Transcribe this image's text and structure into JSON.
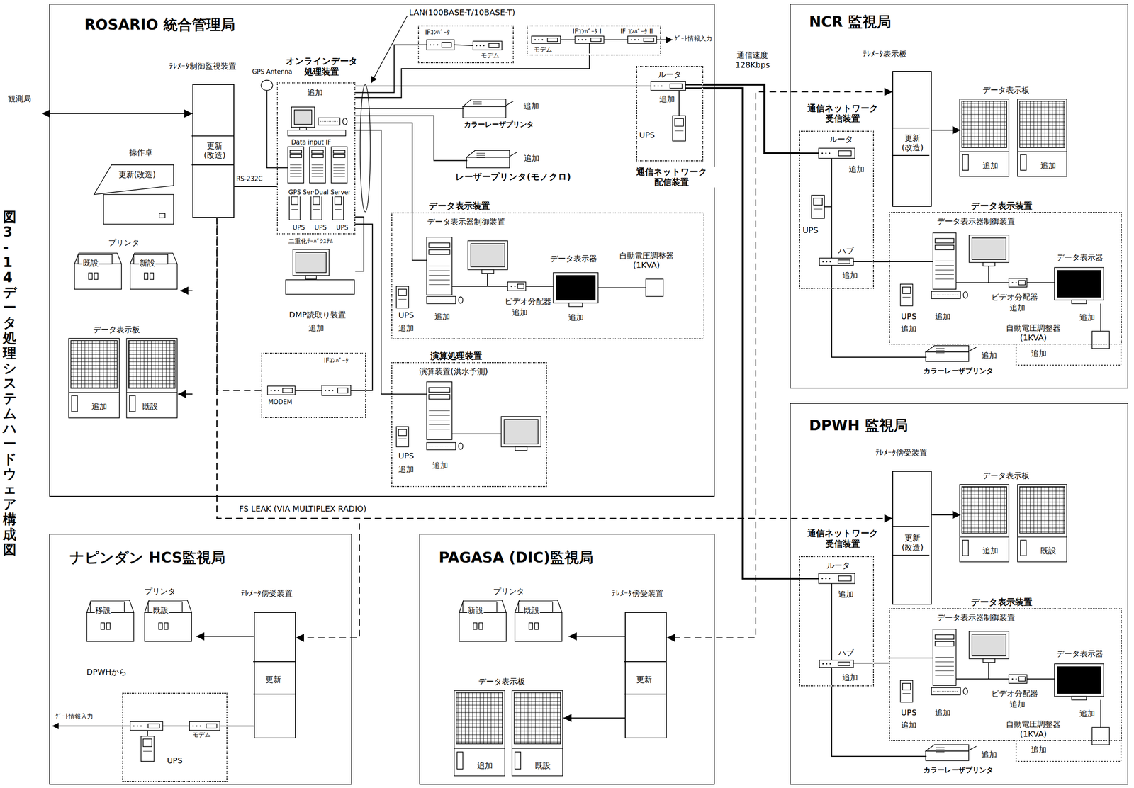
{
  "diagram": {
    "caption": "図 3-14 データ処理システムハードウェア構成図",
    "nodes": [
      {
        "text": [
          "観測局"
        ]
      },
      {
        "text": [
          "ROSARIO 統合管理局"
        ]
      },
      {
        "text": [
          "ﾃﾚﾒｰﾀ制御監視装置",
          "更新 (改造)"
        ],
        "in": 1
      },
      {
        "text": [
          "操作卓",
          "更新(改造)"
        ],
        "in": 1
      },
      {
        "text": [
          "プリンタ",
          "既設",
          "新設"
        ],
        "in": 1
      },
      {
        "text": [
          "データ表示板",
          "追加",
          "既設"
        ],
        "in": 1
      },
      {
        "text": [
          "オンラインデータ 処理装置",
          "追加",
          "Data input IF",
          "GPS Server",
          "Dual Server",
          "UPS",
          "UPS",
          "UPS",
          "二重化ｻｰﾊﾞｼｽﾃﾑ"
        ],
        "in": 1
      },
      {
        "text": [
          "DMP読取り装置",
          "追加"
        ],
        "in": 1
      },
      {
        "text": [
          "IFｺﾝﾊﾞｰﾀ",
          "MODEM"
        ],
        "in": 1
      },
      {
        "text": [
          "IFｺﾝﾊﾞｰﾀ",
          "モデム"
        ],
        "in": 1
      },
      {
        "text": [
          "IFｺﾝﾊﾞｰﾀ I",
          "IF ｺﾝﾊﾞｰﾀ II",
          "モデム"
        ],
        "in": 1
      },
      {
        "text": [
          "追加",
          "カラーレーザプリンタ"
        ],
        "in": 1
      },
      {
        "text": [
          "追加",
          "レーザープリンタ(モノクロ)"
        ],
        "in": 1
      },
      {
        "text": [
          "ルータ",
          "追加",
          "UPS",
          "通信ネットワーク 配信装置"
        ],
        "in": 1
      },
      {
        "text": [
          "データ表示装置",
          "データ表示器制御装置",
          "UPS",
          "追加",
          "追加",
          "ビデオ分配器",
          "追加",
          "データ表示器",
          "追加",
          "自動電圧調整器 (1KVA)"
        ],
        "in": 1
      },
      {
        "text": [
          "演算処理装置",
          "演算装置(洪水予測)",
          "UPS",
          "追加",
          "追加"
        ],
        "in": 1
      },
      {
        "text": [
          "NCR 監視局"
        ]
      },
      {
        "text": [
          "ﾃﾚﾒｰﾀ表示板",
          "更新 (改造)"
        ],
        "in": 16
      },
      {
        "text": [
          "データ表示板",
          "追加",
          "追加"
        ],
        "in": 16
      },
      {
        "text": [
          "通信ネットワーク 受信装置",
          "ルータ",
          "追加",
          "UPS",
          "ハブ",
          "追加"
        ],
        "in": 16
      },
      {
        "text": [
          "データ表示装置",
          "データ表示器制御装置",
          "UPS",
          "追加",
          "追加",
          "ビデオ分配器",
          "追加",
          "データ表示器",
          "追加",
          "自動電圧調整器 (1KVA)",
          "追加"
        ],
        "in": 16
      },
      {
        "text": [
          "追加",
          "カラーレーザプリンタ"
        ],
        "in": 16
      },
      {
        "text": [
          "DPWH 監視局"
        ]
      },
      {
        "text": [
          "ﾃﾚﾒｰﾀ傍受装置",
          "更新 (改造)"
        ],
        "in": 22
      },
      {
        "text": [
          "データ表示板",
          "追加",
          "既設"
        ],
        "in": 22
      },
      {
        "text": [
          "通信ネットワーク 受信装置",
          "ルータ",
          "追加",
          "ハブ",
          "追加"
        ],
        "in": 22
      },
      {
        "text": [
          "データ表示装置",
          "データ表示器制御装置",
          "UPS",
          "追加",
          "追加",
          "ビデオ分配器",
          "追加",
          "データ表示器",
          "追加",
          "自動電圧調整器 (1KVA)",
          "追加"
        ],
        "in": 22
      },
      {
        "text": [
          "追加",
          "カラーレーザプリンタ"
        ],
        "in": 22
      },
      {
        "text": [
          "ナピンダン HCS監視局"
        ]
      },
      {
        "text": [
          "ﾃﾚﾒｰﾀ傍受装置",
          "更新"
        ],
        "in": 28
      },
      {
        "text": [
          "プリンタ",
          "移設",
          "既設",
          "DPWHから"
        ],
        "in": 28
      },
      {
        "text": [
          "モデム",
          "UPS"
        ],
        "in": 28
      },
      {
        "text": [
          "PAGASA (DIC)監視局"
        ]
      },
      {
        "text": [
          "ﾃﾚﾒｰﾀ傍受装置",
          "更新"
        ],
        "in": 32
      },
      {
        "text": [
          "プリンタ",
          "新設",
          "既設"
        ],
        "in": 32
      },
      {
        "text": [
          "データ表示板",
          "追加",
          "既設"
        ],
        "in": 32
      }
    ],
    "edges": [
      {
        "from": 0,
        "to": 2,
        "arrow": "both"
      },
      {
        "from": 2,
        "to": 4,
        "arrow": "to"
      },
      {
        "from": 2,
        "to": 5,
        "arrow": "to"
      },
      {
        "from": 2,
        "to": 6,
        "label": "RS-232C",
        "arrow": "none"
      },
      {
        "from": 6,
        "to": 11,
        "arrow": "none"
      },
      {
        "from": 6,
        "to": 12,
        "arrow": "none"
      },
      {
        "from": 6,
        "to": 13,
        "arrow": "none"
      },
      {
        "from": 6,
        "to": 9,
        "arrow": "none"
      },
      {
        "from": 6,
        "to": 10,
        "arrow": "none"
      },
      {
        "from": 6,
        "to": 7,
        "arrow": "none"
      },
      {
        "from": 6,
        "to": 8,
        "arrow": "none"
      },
      {
        "from": 6,
        "to": 14,
        "arrow": "none"
      },
      {
        "from": 6,
        "to": 15,
        "arrow": "none"
      },
      {
        "from": 8,
        "to": 2,
        "arrow": "none"
      },
      {
        "from": 2,
        "to": 17,
        "arrow": "to"
      },
      {
        "from": 2,
        "to": 23,
        "label": "FS LEAK (VIA MULTIPLEX RADIO)",
        "arrow": "to"
      },
      {
        "from": 2,
        "to": 29,
        "arrow": "to"
      },
      {
        "from": 2,
        "to": 33,
        "arrow": "to"
      },
      {
        "from": 13,
        "to": 19,
        "label": "通信速度 128Kbps",
        "arrow": "none"
      },
      {
        "from": 13,
        "to": 25,
        "arrow": "none"
      },
      {
        "from": 17,
        "to": 18,
        "arrow": "to"
      },
      {
        "from": 19,
        "to": 20,
        "arrow": "none"
      },
      {
        "from": 19,
        "to": 21,
        "arrow": "none"
      },
      {
        "from": 23,
        "to": 24,
        "arrow": "to"
      },
      {
        "from": 25,
        "to": 26,
        "arrow": "none"
      },
      {
        "from": 25,
        "to": 27,
        "arrow": "none"
      },
      {
        "from": 29,
        "to": 30,
        "arrow": "to"
      },
      {
        "from": 29,
        "to": 31,
        "arrow": "none"
      },
      {
        "from": 33,
        "to": 34,
        "arrow": "to"
      },
      {
        "from": 33,
        "to": 35,
        "arrow": "to"
      }
    ],
    "labels": [
      "GPS Antenna",
      "LAN(100BASE-T/10BASE-T)",
      "ｹﾞｰﾄ情報入力",
      "ｹﾞｰﾄ情報入力"
    ]
  }
}
